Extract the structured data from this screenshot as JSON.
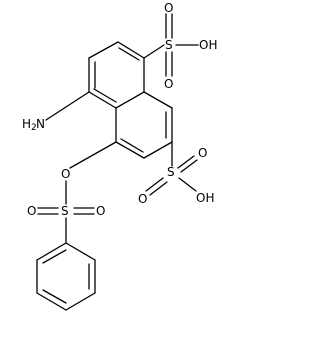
{
  "labels": {
    "amine": "H",
    "amine_sub": "2",
    "amine_atom": "N",
    "sulfonic_top_s": "S",
    "sulfonic_top_o1": "O",
    "sulfonic_top_o2": "O",
    "sulfonic_top_oh": "OH",
    "sulfonic_right_s": "S",
    "sulfonic_right_o1": "O",
    "sulfonic_right_o2": "O",
    "sulfonic_right_oh": "OH",
    "ester_o": "O",
    "ester_s": "S",
    "ester_o1": "O",
    "ester_o2": "O"
  }
}
